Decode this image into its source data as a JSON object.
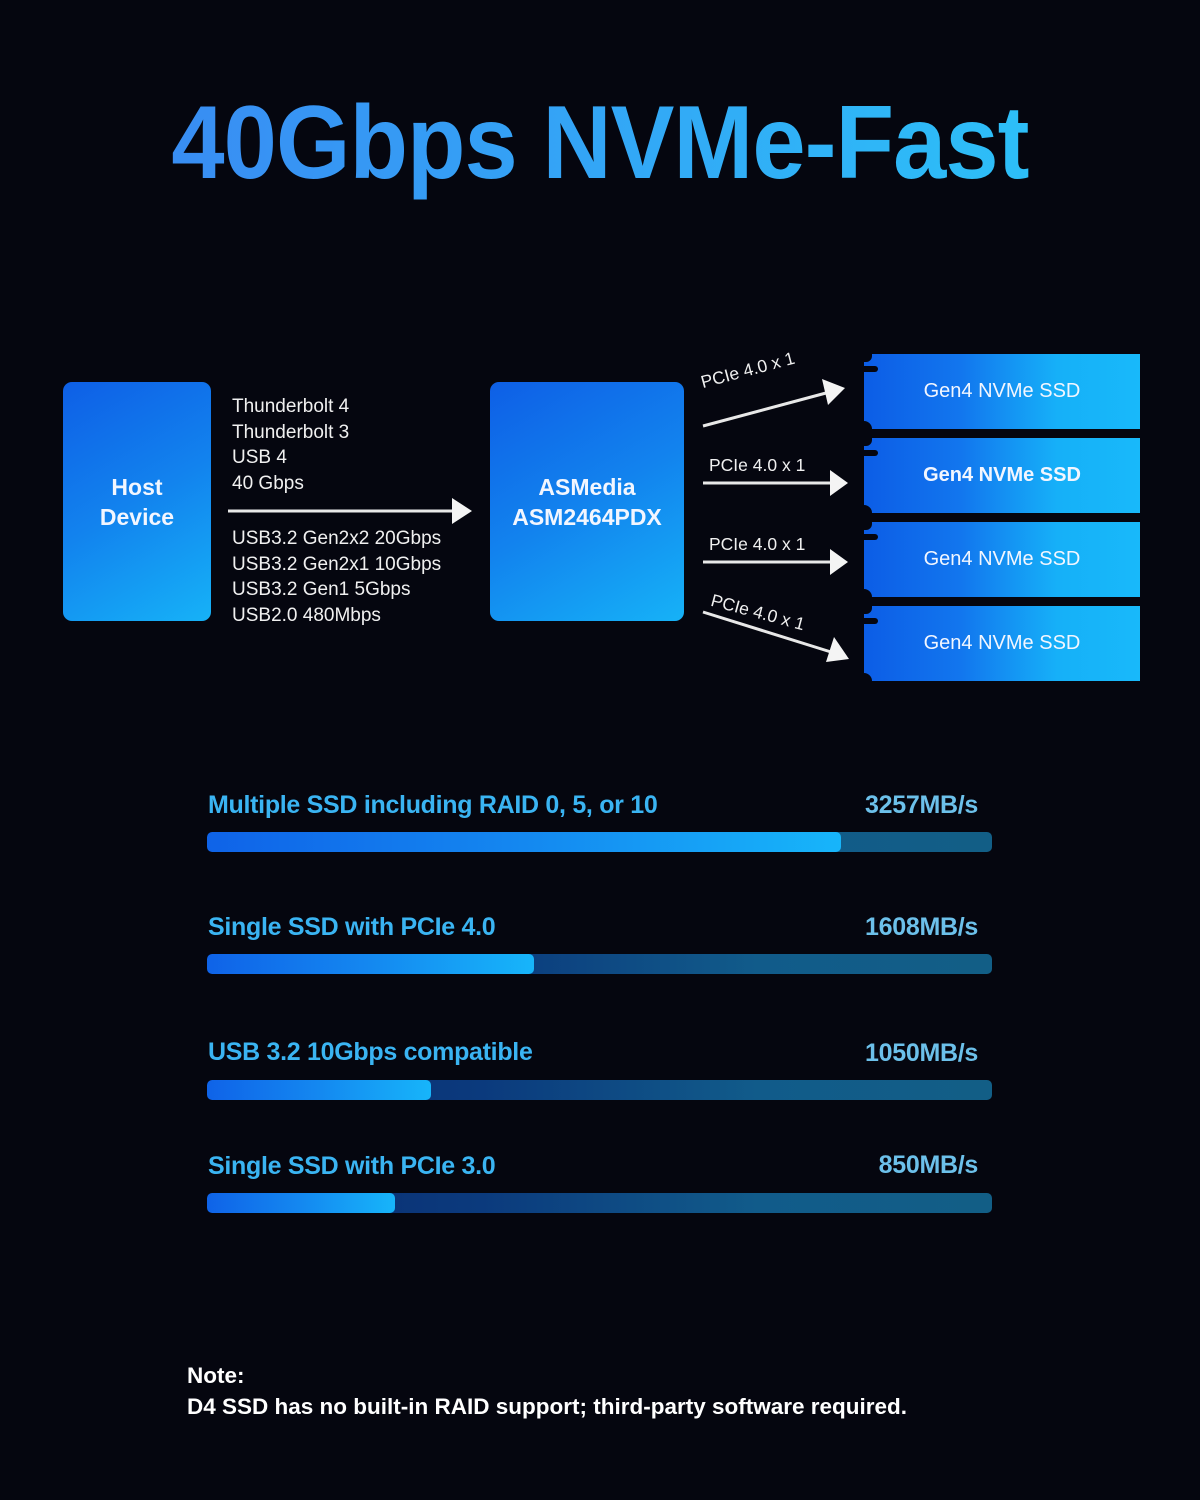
{
  "title": "40Gbps NVMe-Fast",
  "diagram": {
    "host": {
      "line1": "Host",
      "line2": "Device"
    },
    "protocols_top": [
      "Thunderbolt 4",
      "Thunderbolt 3",
      "USB 4",
      "40 Gbps"
    ],
    "protocols_bottom": [
      "USB3.2 Gen2x2 20Gbps",
      "USB3.2 Gen2x1 10Gbps",
      "USB3.2 Gen1 5Gbps",
      "USB2.0 480Mbps"
    ],
    "controller": {
      "line1": "ASMedia",
      "line2": "ASM2464PDX"
    },
    "links": [
      "PCIe 4.0 x 1",
      "PCIe 4.0 x 1",
      "PCIe 4.0 x 1",
      "PCIe 4.0 x 1"
    ],
    "ssds": [
      "Gen4 NVMe SSD",
      "Gen4 NVMe SSD",
      "Gen4 NVMe SSD",
      "Gen4 NVMe SSD"
    ]
  },
  "chart_data": {
    "type": "bar",
    "orientation": "horizontal",
    "title": "40Gbps NVMe-Fast",
    "categories": [
      "Multiple SSD  including RAID 0, 5, or 10",
      "Single SSD  with PCIe 4.0",
      "USB 3.2 10Gbps  compatible",
      "Single SSD with PCIe 3.0"
    ],
    "values": [
      3257,
      1608,
      1050,
      850
    ],
    "value_labels": [
      "3257MB/s",
      "1608MB/s",
      "1050MB/s",
      "850MB/s"
    ],
    "unit": "MB/s",
    "xlabel": "",
    "ylabel": "",
    "grid": false,
    "legend": "none",
    "fill_fraction": [
      0.808,
      0.417,
      0.285,
      0.239
    ],
    "colors": {
      "fill_start": "#0f63e8",
      "fill_end": "#17b5fa",
      "track": "#0b3a7d",
      "label": "#3ab4f2",
      "value": "#6cc0ea"
    }
  },
  "bars": [
    {
      "label": "Multiple SSD  including RAID 0, 5, or 10",
      "value": "3257MB/s",
      "fill_pct": "80.8%"
    },
    {
      "label": "Single SSD  with PCIe 4.0",
      "value": "1608MB/s",
      "fill_pct": "41.7%"
    },
    {
      "label": "USB 3.2 10Gbps  compatible",
      "value": "1050MB/s",
      "fill_pct": "28.5%"
    },
    {
      "label": "Single SSD with PCIe 3.0",
      "value": "850MB/s",
      "fill_pct": "24%"
    }
  ],
  "note": {
    "heading": "Note:",
    "text": "D4 SSD has no built-in RAID support; third-party software required."
  },
  "colors": {
    "background": "#05060f",
    "title_start": "#3a86f2",
    "title_end": "#2bc6f8",
    "chip_start": "#0e5fe6",
    "chip_end": "#16b2f7"
  }
}
